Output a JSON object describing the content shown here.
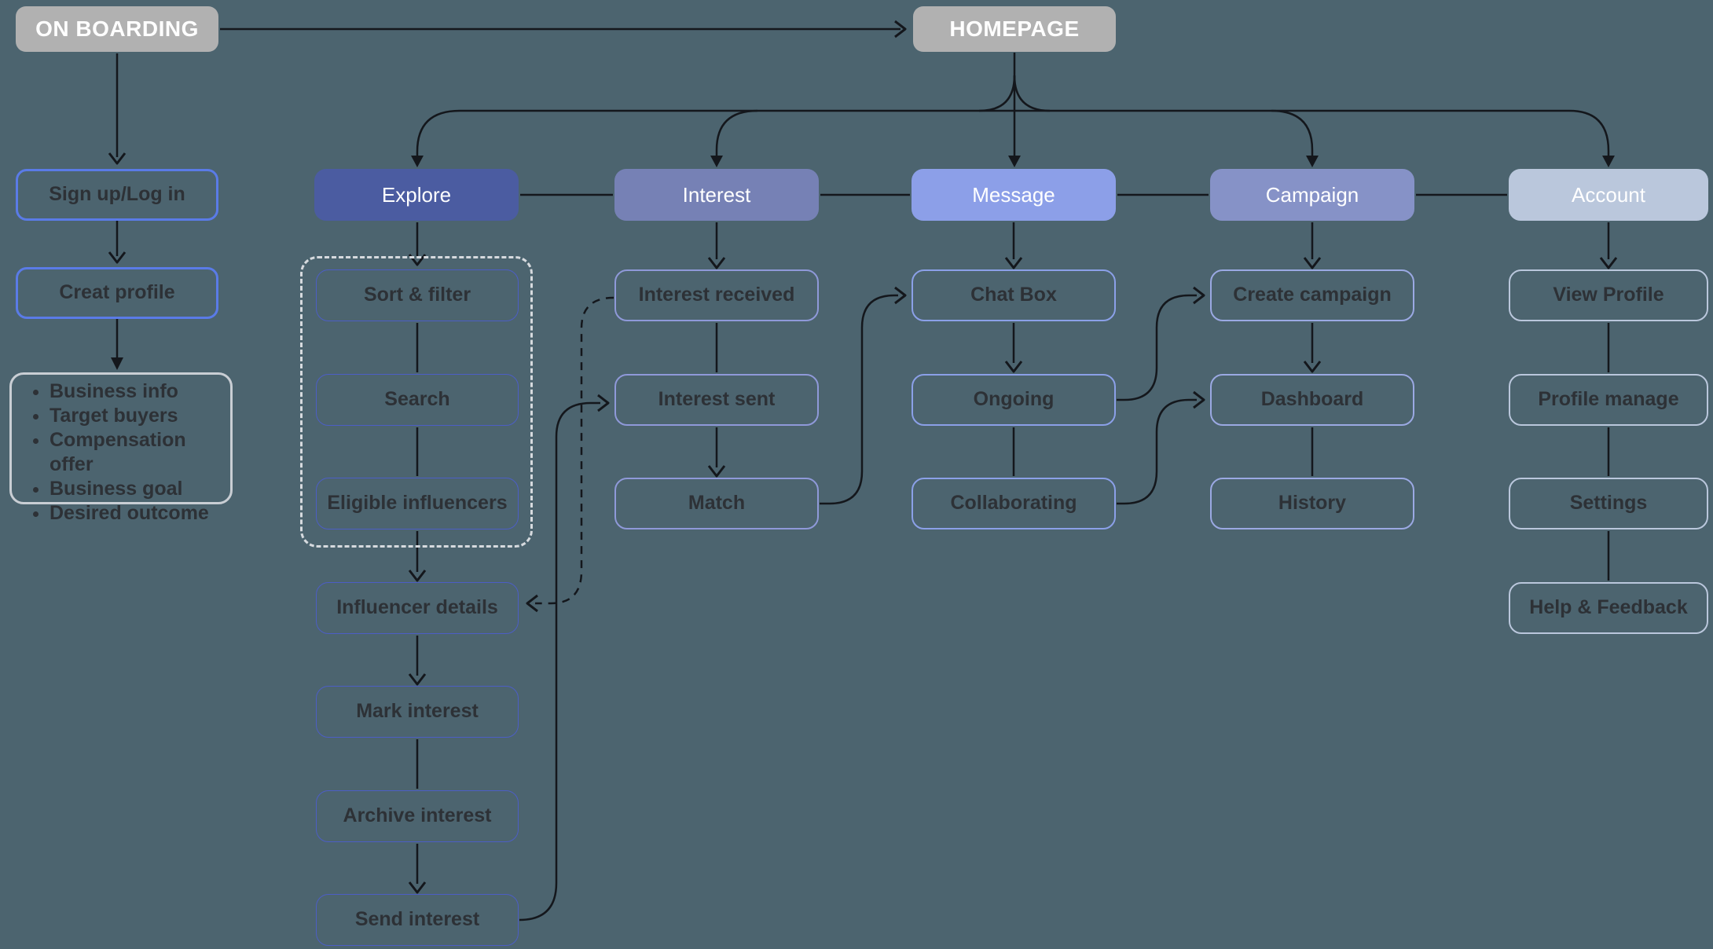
{
  "palette": {
    "background": "#4c646f",
    "line": "#14171c",
    "node_text": "#2d3136",
    "terminal_fill": "#b1b1b1",
    "terminal_text": "#ffffff",
    "blue_border": "#5a7be7",
    "note_border": "#c9ced4",
    "dashed_group_border": "#d6dade",
    "explore_fill": "#4b5ca1",
    "interest_fill": "#7681b5",
    "message_fill": "#8c9fe8",
    "campaign_fill": "#8692c7",
    "account_fill": "#bac7dc",
    "explore_sub_border": "#4c5ec5",
    "interest_sub_border": "#8f99d9",
    "message_sub_border": "#8ba0e8",
    "campaign_sub_border": "#9ba9e3",
    "account_sub_border": "#bac7dc"
  },
  "terminals": {
    "onboarding": {
      "label": "ON BOARDING"
    },
    "homepage": {
      "label": "HOMEPAGE"
    }
  },
  "onboarding_flow": {
    "signup": {
      "label": "Sign up/Log in"
    },
    "create_profile": {
      "label": "Creat profile"
    },
    "profile_note_items": [
      "Business info",
      "Target buyers",
      "Compensation offer",
      "Business goal",
      "Desired outcome"
    ]
  },
  "categories": {
    "explore": {
      "label": "Explore"
    },
    "interest": {
      "label": "Interest"
    },
    "message": {
      "label": "Message"
    },
    "campaign": {
      "label": "Campaign"
    },
    "account": {
      "label": "Account"
    }
  },
  "explore_flow": {
    "sort_filter": "Sort & filter",
    "search": "Search",
    "eligible_influencers": "Eligible influencers",
    "influencer_details": "Influencer details",
    "mark_interest": "Mark interest",
    "archive_interest": "Archive interest",
    "send_interest": "Send interest"
  },
  "interest_flow": {
    "interest_received": "Interest received",
    "interest_sent": "Interest sent",
    "match": "Match"
  },
  "message_flow": {
    "chat_box": "Chat Box",
    "ongoing": "Ongoing",
    "collaborating": "Collaborating"
  },
  "campaign_flow": {
    "create_campaign": "Create campaign",
    "dashboard": "Dashboard",
    "history": "History"
  },
  "account_flow": {
    "view_profile": "View Profile",
    "profile_manage": "Profile manage",
    "settings": "Settings",
    "help_feedback": "Help & Feedback"
  },
  "edges": [
    {
      "from": "onboarding",
      "to": "homepage",
      "style": "solid",
      "arrow": "chevron"
    },
    {
      "from": "onboarding",
      "to": "signup",
      "style": "solid",
      "arrow": "chevron"
    },
    {
      "from": "signup",
      "to": "create_profile",
      "style": "solid",
      "arrow": "chevron"
    },
    {
      "from": "create_profile",
      "to": "profile_note",
      "style": "solid",
      "arrow": "triangle"
    },
    {
      "from": "homepage",
      "to": "explore",
      "style": "solid",
      "arrow": "triangle"
    },
    {
      "from": "homepage",
      "to": "interest",
      "style": "solid",
      "arrow": "triangle"
    },
    {
      "from": "homepage",
      "to": "message",
      "style": "solid",
      "arrow": "triangle"
    },
    {
      "from": "homepage",
      "to": "campaign",
      "style": "solid",
      "arrow": "triangle"
    },
    {
      "from": "homepage",
      "to": "account",
      "style": "solid",
      "arrow": "triangle"
    },
    {
      "from": "explore",
      "to": "interest",
      "style": "solid",
      "arrow": "none"
    },
    {
      "from": "interest",
      "to": "message",
      "style": "solid",
      "arrow": "none"
    },
    {
      "from": "message",
      "to": "campaign",
      "style": "solid",
      "arrow": "none"
    },
    {
      "from": "campaign",
      "to": "account",
      "style": "solid",
      "arrow": "none"
    },
    {
      "from": "explore",
      "to": "sort_filter",
      "style": "solid",
      "arrow": "chevron"
    },
    {
      "from": "sort_filter",
      "to": "search",
      "style": "solid",
      "arrow": "none"
    },
    {
      "from": "search",
      "to": "eligible_influencers",
      "style": "solid",
      "arrow": "none"
    },
    {
      "from": "eligible_influencers",
      "to": "influencer_details",
      "style": "solid",
      "arrow": "chevron"
    },
    {
      "from": "influencer_details",
      "to": "mark_interest",
      "style": "solid",
      "arrow": "chevron"
    },
    {
      "from": "mark_interest",
      "to": "archive_interest",
      "style": "solid",
      "arrow": "none"
    },
    {
      "from": "archive_interest",
      "to": "send_interest",
      "style": "solid",
      "arrow": "chevron"
    },
    {
      "from": "send_interest",
      "to": "interest_sent",
      "style": "solid",
      "arrow": "chevron",
      "route": "curve"
    },
    {
      "from": "interest",
      "to": "interest_received",
      "style": "solid",
      "arrow": "chevron"
    },
    {
      "from": "interest_received",
      "to": "interest_sent",
      "style": "solid",
      "arrow": "none"
    },
    {
      "from": "interest_sent",
      "to": "match",
      "style": "solid",
      "arrow": "chevron"
    },
    {
      "from": "interest_received",
      "to": "influencer_details",
      "style": "dashed",
      "arrow": "chevron",
      "route": "curve"
    },
    {
      "from": "match",
      "to": "chat_box",
      "style": "solid",
      "arrow": "chevron",
      "route": "curve"
    },
    {
      "from": "message",
      "to": "chat_box",
      "style": "solid",
      "arrow": "chevron"
    },
    {
      "from": "chat_box",
      "to": "ongoing",
      "style": "solid",
      "arrow": "chevron"
    },
    {
      "from": "ongoing",
      "to": "collaborating",
      "style": "solid",
      "arrow": "none"
    },
    {
      "from": "ongoing",
      "to": "create_campaign",
      "style": "solid",
      "arrow": "chevron",
      "route": "curve"
    },
    {
      "from": "collaborating",
      "to": "dashboard",
      "style": "solid",
      "arrow": "chevron",
      "route": "curve"
    },
    {
      "from": "campaign",
      "to": "create_campaign",
      "style": "solid",
      "arrow": "chevron"
    },
    {
      "from": "create_campaign",
      "to": "dashboard",
      "style": "solid",
      "arrow": "chevron"
    },
    {
      "from": "dashboard",
      "to": "history",
      "style": "solid",
      "arrow": "none"
    },
    {
      "from": "account",
      "to": "view_profile",
      "style": "solid",
      "arrow": "chevron"
    },
    {
      "from": "view_profile",
      "to": "profile_manage",
      "style": "solid",
      "arrow": "none"
    },
    {
      "from": "profile_manage",
      "to": "settings",
      "style": "solid",
      "arrow": "none"
    },
    {
      "from": "settings",
      "to": "help_feedback",
      "style": "solid",
      "arrow": "none"
    }
  ]
}
